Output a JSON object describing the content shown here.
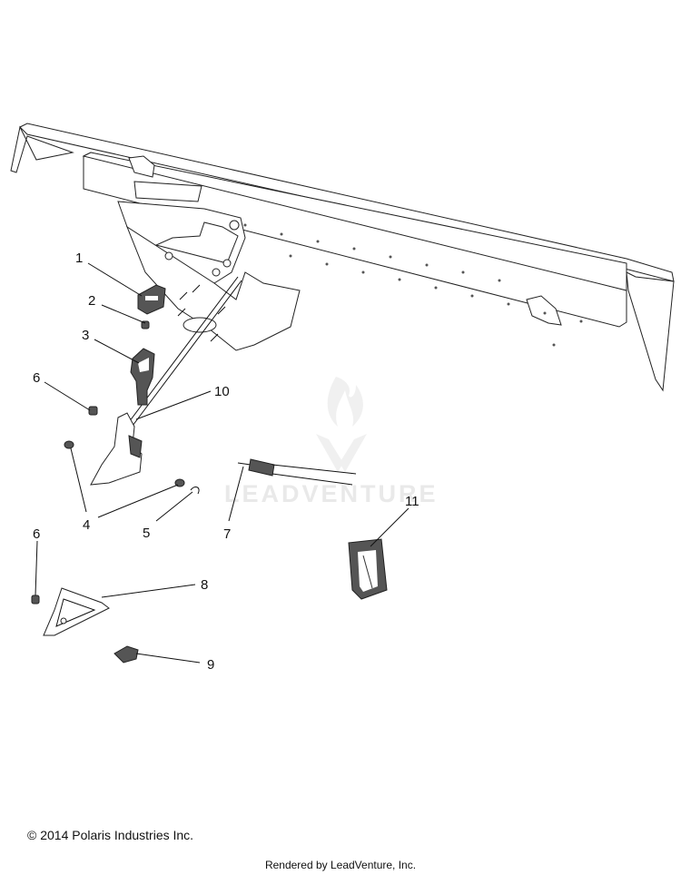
{
  "watermark": {
    "text": "LEADVENTURE"
  },
  "callouts": [
    {
      "id": "c1",
      "label": "1"
    },
    {
      "id": "c2",
      "label": "2"
    },
    {
      "id": "c3",
      "label": "3"
    },
    {
      "id": "c6a",
      "label": "6"
    },
    {
      "id": "c10",
      "label": "10"
    },
    {
      "id": "c4",
      "label": "4"
    },
    {
      "id": "c5",
      "label": "5"
    },
    {
      "id": "c7",
      "label": "7"
    },
    {
      "id": "c11",
      "label": "11"
    },
    {
      "id": "c6b",
      "label": "6"
    },
    {
      "id": "c8",
      "label": "8"
    },
    {
      "id": "c9",
      "label": "9"
    }
  ],
  "footer": {
    "copyright": "© 2014 Polaris Industries Inc.",
    "rendered_by": "Rendered by LeadVenture, Inc."
  }
}
